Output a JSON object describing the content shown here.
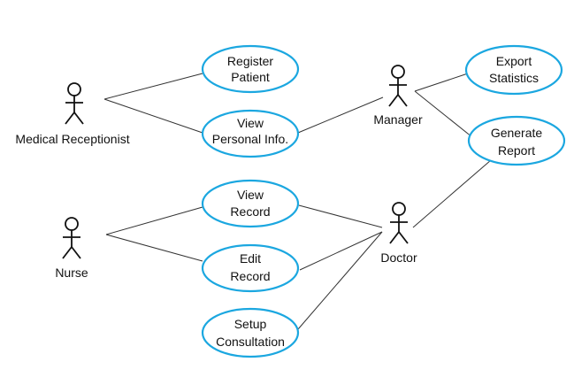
{
  "colors": {
    "usecase_border": "#1ba7e0",
    "line": "#333333",
    "text": "#111111"
  },
  "actors": {
    "medical_receptionist": "Medical Receptionist",
    "nurse": "Nurse",
    "manager": "Manager",
    "doctor": "Doctor"
  },
  "usecases": {
    "register_patient": [
      "Register",
      "Patient"
    ],
    "view_personal_info": [
      "View",
      "Personal Info."
    ],
    "view_record": [
      "View",
      "Record"
    ],
    "edit_record": [
      "Edit",
      "Record"
    ],
    "setup_consultation": [
      "Setup",
      "Consultation"
    ],
    "export_statistics": [
      "Export",
      "Statistics"
    ],
    "generate_report": [
      "Generate",
      "Report"
    ]
  }
}
